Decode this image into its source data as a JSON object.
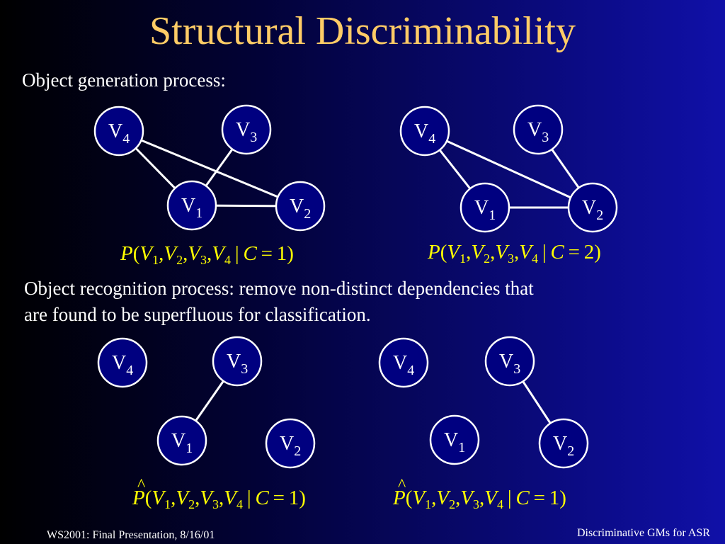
{
  "title": "Structural Discriminability",
  "generation_label": "Object generation process:",
  "recognition_line1": "Object recognition process: remove non-distinct dependencies that",
  "recognition_line2": "are found to be superfluous for classification.",
  "node_labels": {
    "v1": {
      "base": "V",
      "sub": "1"
    },
    "v2": {
      "base": "V",
      "sub": "2"
    },
    "v3": {
      "base": "V",
      "sub": "3"
    },
    "v4": {
      "base": "V",
      "sub": "4"
    }
  },
  "formulas": {
    "gen_left": {
      "hat": "",
      "P": "P",
      "open": "(",
      "vars": [
        "V",
        "V",
        "V",
        "V"
      ],
      "subs": [
        "1",
        "2",
        "3",
        "4"
      ],
      "given": "|",
      "C": "C",
      "eq": "=",
      "value": "1",
      "close": ")"
    },
    "gen_right": {
      "hat": "",
      "P": "P",
      "open": "(",
      "vars": [
        "V",
        "V",
        "V",
        "V"
      ],
      "subs": [
        "1",
        "2",
        "3",
        "4"
      ],
      "given": "|",
      "C": "C",
      "eq": "=",
      "value": "2",
      "close": ")"
    },
    "rec_left": {
      "hat": "^",
      "P": "P",
      "open": "(",
      "vars": [
        "V",
        "V",
        "V",
        "V"
      ],
      "subs": [
        "1",
        "2",
        "3",
        "4"
      ],
      "given": "|",
      "C": "C",
      "eq": "=",
      "value": "1",
      "close": ")"
    },
    "rec_right": {
      "hat": "^",
      "P": "P",
      "open": "(",
      "vars": [
        "V",
        "V",
        "V",
        "V"
      ],
      "subs": [
        "1",
        "2",
        "3",
        "4"
      ],
      "given": "|",
      "C": "C",
      "eq": "=",
      "value": "1",
      "close": ")"
    }
  },
  "graphs": [
    {
      "name": "gen-left",
      "edges": [
        [
          "v4",
          "v1"
        ],
        [
          "v4",
          "v2"
        ],
        [
          "v3",
          "v1"
        ],
        [
          "v1",
          "v2"
        ]
      ]
    },
    {
      "name": "gen-right",
      "edges": [
        [
          "v4",
          "v1"
        ],
        [
          "v4",
          "v2"
        ],
        [
          "v3",
          "v2"
        ],
        [
          "v1",
          "v2"
        ]
      ]
    },
    {
      "name": "rec-left",
      "edges": [
        [
          "v3",
          "v1"
        ]
      ]
    },
    {
      "name": "rec-right",
      "edges": [
        [
          "v3",
          "v2"
        ]
      ]
    }
  ],
  "colors": {
    "title": "#ffcc66",
    "formula": "#ffff00",
    "node_fill": "#000080",
    "stroke": "#ffffff"
  },
  "footer": {
    "left": "WS2001: Final Presentation, 8/16/01",
    "right": "Discriminative GMs for ASR"
  }
}
